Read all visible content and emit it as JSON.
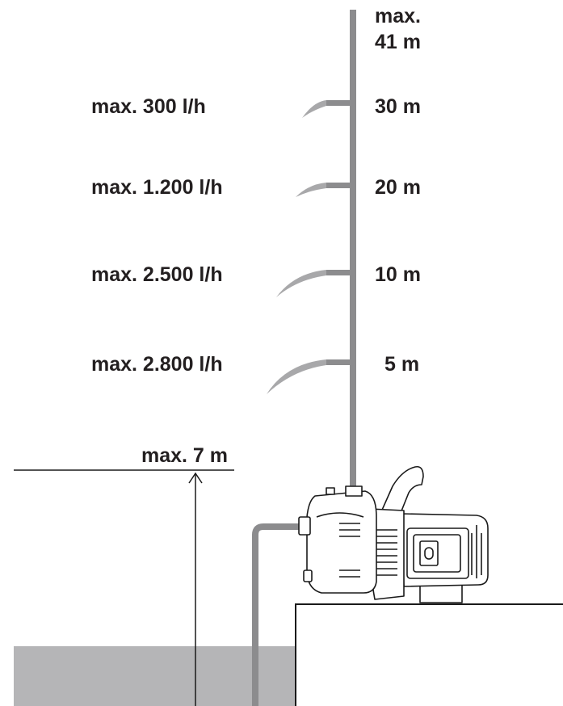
{
  "max_height": {
    "line1": "max.",
    "line2": "41 m"
  },
  "outlets": [
    {
      "flow": "max. 300 l/h",
      "height": "30 m"
    },
    {
      "flow": "max. 1.200 l/h",
      "height": "20 m"
    },
    {
      "flow": "max. 2.500 l/h",
      "height": "10 m"
    },
    {
      "flow": "max. 2.800 l/h",
      "height": "5 m"
    }
  ],
  "suction": {
    "label": "max. 7 m"
  },
  "colors": {
    "ink": "#231f20",
    "pipe": "#8c8c8e",
    "water": "#b5b5b7",
    "spray": "#a8a8aa",
    "pump_line": "#1a1a1a"
  }
}
